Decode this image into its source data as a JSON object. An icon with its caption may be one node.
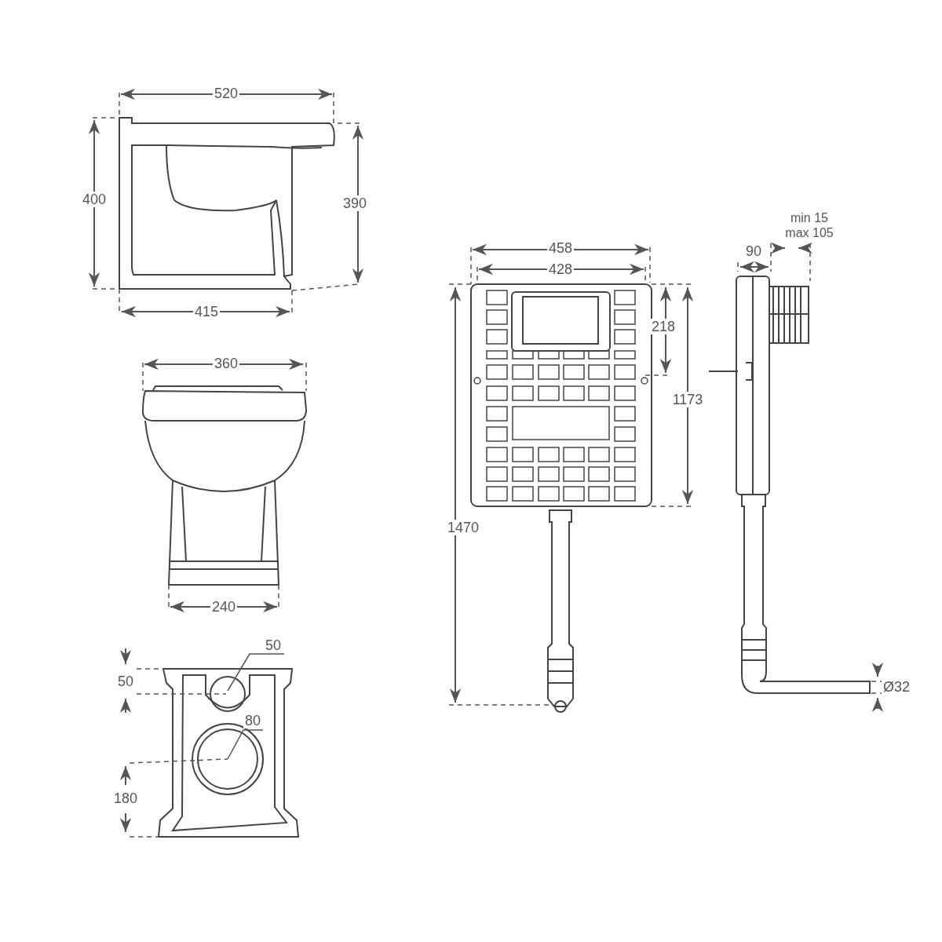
{
  "diagram": {
    "labels": [
      "520",
      "400",
      "390",
      "415",
      "360",
      "240",
      "50",
      "50",
      "80",
      "180",
      "min 15 max 105",
      "458",
      "90",
      "428",
      "218",
      "1173",
      "1470",
      "Ø32"
    ]
  }
}
